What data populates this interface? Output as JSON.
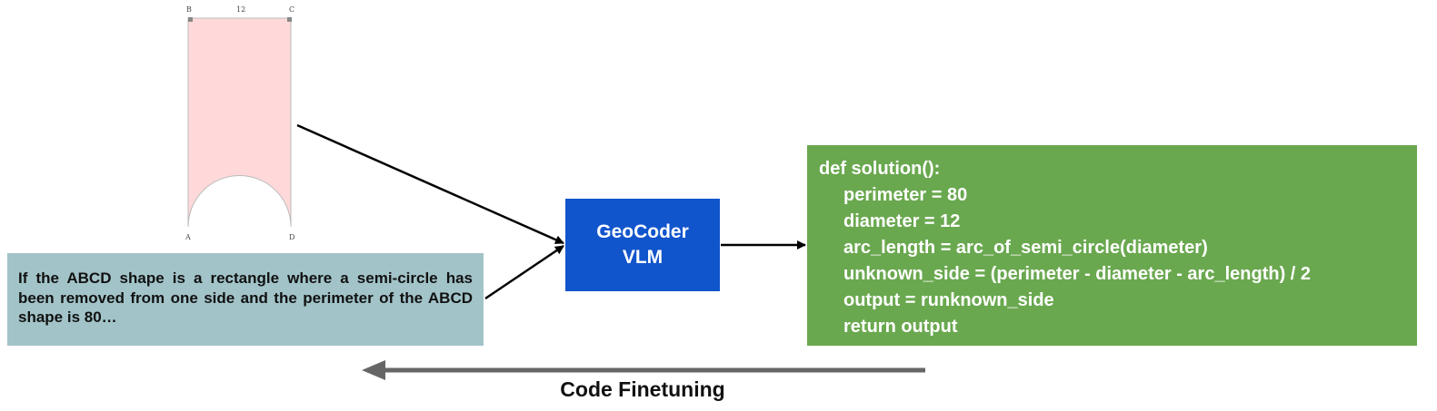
{
  "geometry_figure": {
    "label_b": "B",
    "label_c": "C",
    "label_a": "A",
    "label_d": "D",
    "top_length": "12",
    "fill_color": "#ffd9d9",
    "edge_color": "#bbbbbb"
  },
  "problem": {
    "text": "If the ABCD shape is a rectangle where a semi-circle has been removed from one side and the perimeter of the ABCD shape is 80…",
    "color": "#a2c4c9"
  },
  "model": {
    "line1": "GeoCoder",
    "line2": "VLM",
    "color": "#1155cc"
  },
  "code": {
    "color": "#6aa84f",
    "lines": [
      "def solution():",
      "perimeter = 80",
      "diameter = 12",
      "arc_length = arc_of_semi_circle(diameter)",
      "unknown_side = (perimeter - diameter - arc_length) / 2",
      "output = runknown_side",
      "return output"
    ]
  },
  "feedback": {
    "label": "Code Finetuning",
    "arrow_color": "#666666"
  }
}
